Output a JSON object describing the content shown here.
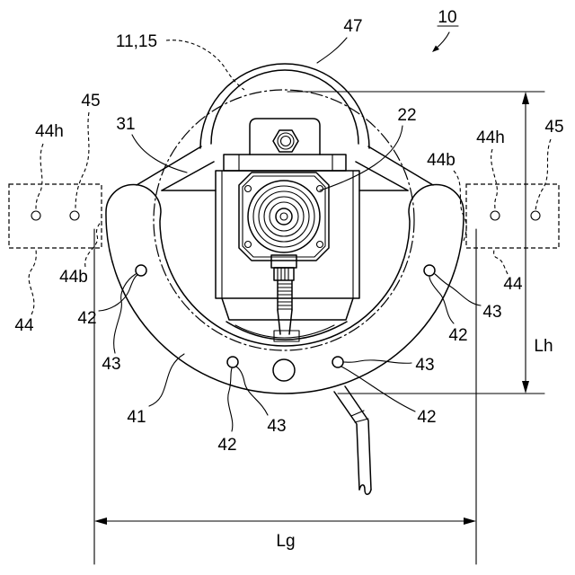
{
  "labels": {
    "device": "10",
    "ring": "47",
    "reference_circle": "11,15",
    "motor": "22",
    "frame": "31",
    "member": "41",
    "left_44h": "44h",
    "left_45": "45",
    "left_44b": "44b",
    "left_44": "44",
    "left_42": "42",
    "left_43": "43",
    "right_44h": "44h",
    "right_45": "45",
    "right_44b": "44b",
    "right_44": "44",
    "right_42": "42",
    "right_43": "43",
    "bottom_left_42": "42",
    "bottom_left_43": "43",
    "bottom_right_42": "42",
    "bottom_right_43": "43"
  },
  "dimensions": {
    "height_label": "Lh",
    "width_label": "Lg"
  }
}
